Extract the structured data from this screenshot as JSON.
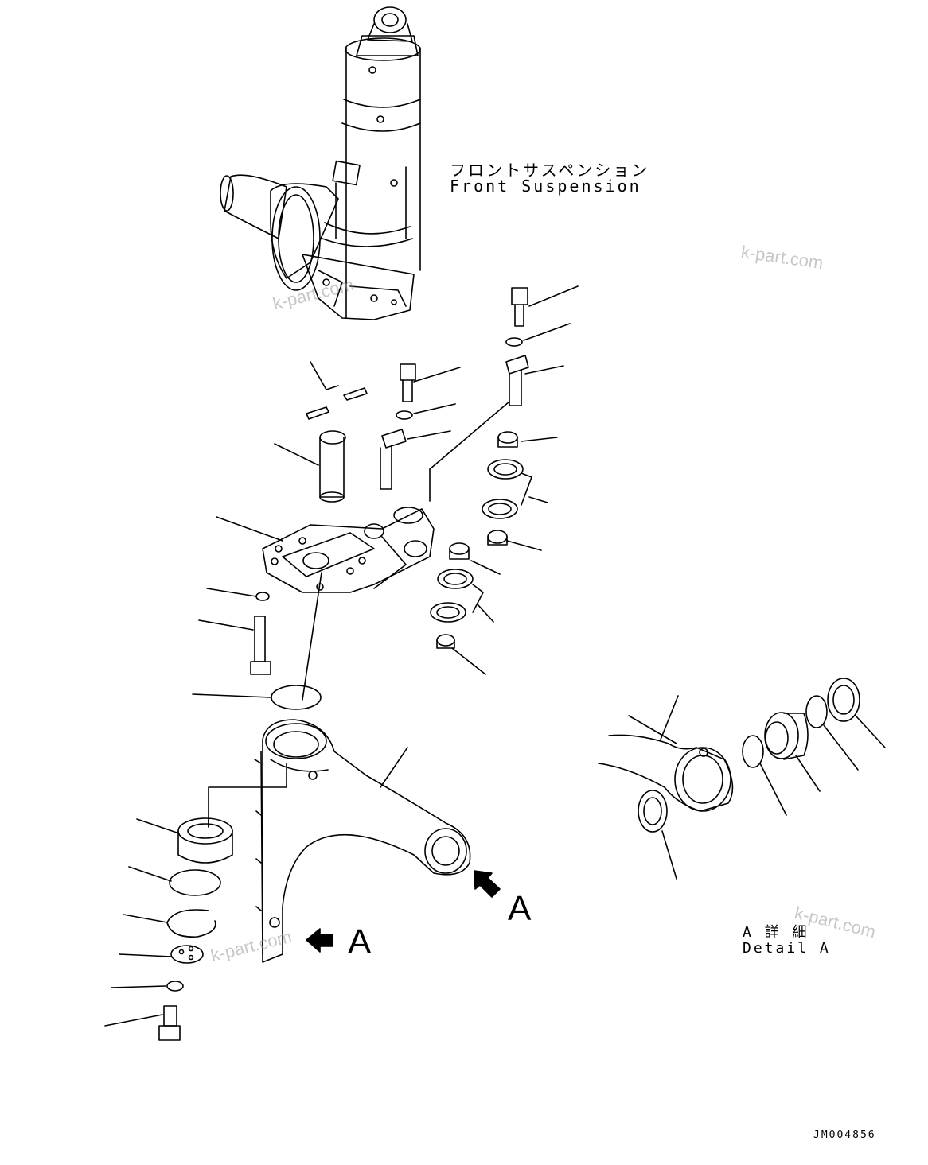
{
  "labels": {
    "front_suspension_jp": "フロントサスペンション",
    "front_suspension_en": "Front Suspension",
    "detail_jp": "A 詳 細",
    "detail_en": "Detail A",
    "arrow_a_left": "A",
    "arrow_a_right": "A",
    "drawing_code": "JM004856"
  },
  "watermarks": [
    "k-part.com",
    "k-part.com",
    "k-part.com",
    "k-part.com"
  ],
  "colors": {
    "line": "#000000",
    "watermark": "#9a9a9a",
    "background": "#ffffff"
  }
}
